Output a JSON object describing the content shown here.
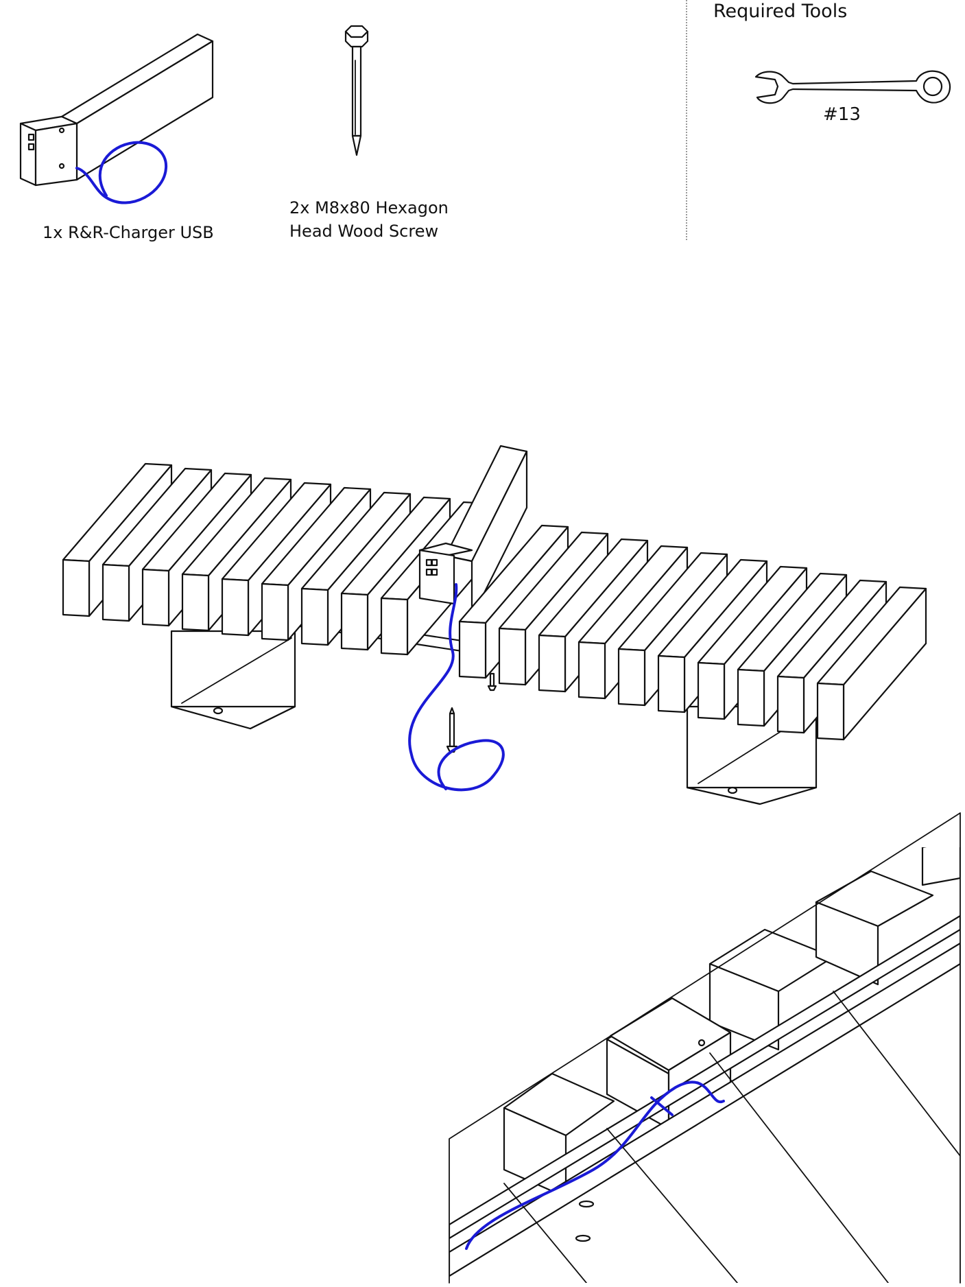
{
  "parts": {
    "charger_label": "1x R&R-Charger USB",
    "screw_label_line1": "2x M8x80 Hexagon",
    "screw_label_line2": "Head Wood Screw"
  },
  "tools": {
    "heading": "Required Tools",
    "wrench_size": "#13"
  },
  "colors": {
    "cable": "#1a1ad6",
    "line": "#111111"
  }
}
